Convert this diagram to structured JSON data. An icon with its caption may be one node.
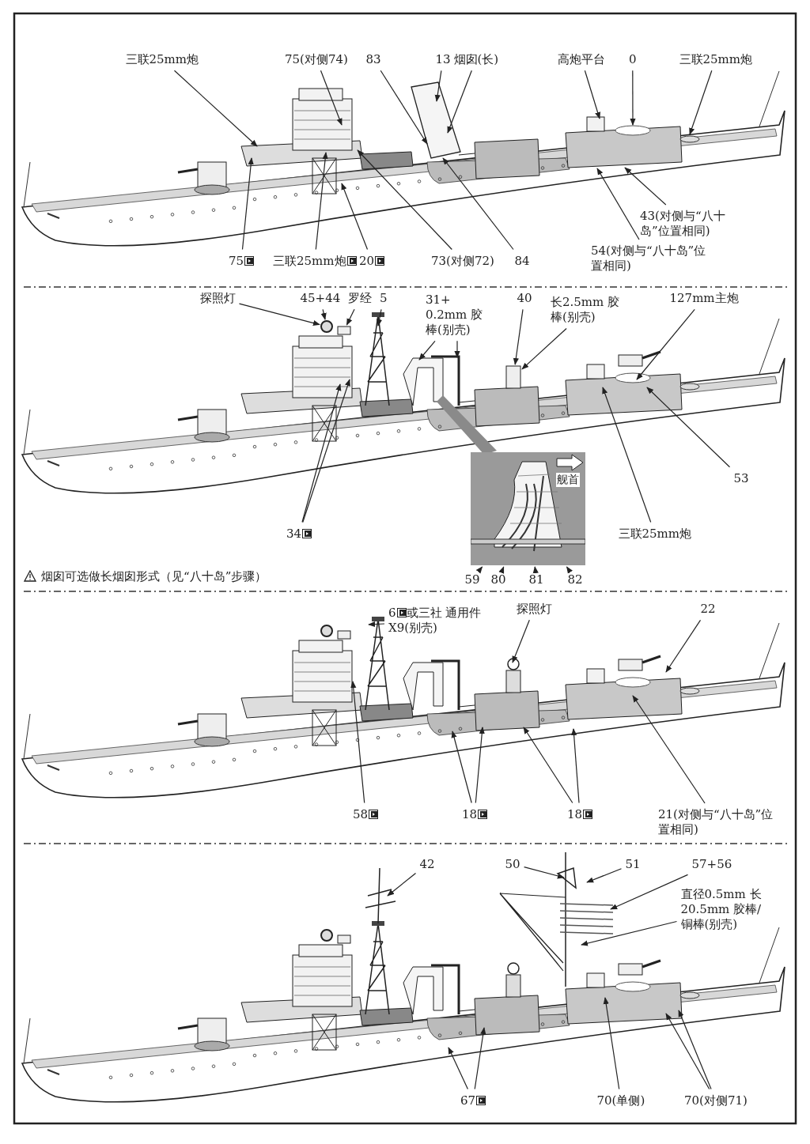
{
  "diagram": {
    "nodes": [
      {
        "text": [
          "三联25mm炮"
        ]
      },
      {
        "text": [
          "75(对侧74)"
        ]
      },
      {
        "text": [
          "83"
        ]
      },
      {
        "text": [
          "13"
        ]
      },
      {
        "text": [
          "烟囱(长)"
        ]
      },
      {
        "text": [
          "高炮平台"
        ]
      },
      {
        "text": [
          "0"
        ]
      },
      {
        "text": [
          "三联25mm炮"
        ]
      },
      {
        "text": [
          "43(对侧与“八十岛”位置相同)"
        ]
      },
      {
        "text": [
          "54(对侧与“八十岛”位置相同)"
        ]
      },
      {
        "text": [
          "75"
        ]
      },
      {
        "text": [
          "三联25mm炮"
        ]
      },
      {
        "text": [
          "20"
        ]
      },
      {
        "text": [
          "73(对侧72)"
        ]
      },
      {
        "text": [
          "84"
        ]
      },
      {
        "text": [
          "探照灯"
        ]
      },
      {
        "text": [
          "45+44"
        ]
      },
      {
        "text": [
          "罗经"
        ]
      },
      {
        "text": [
          "5"
        ]
      },
      {
        "text": [
          "31+ 0.2mm 胶棒(别壳)"
        ]
      },
      {
        "text": [
          "40"
        ]
      },
      {
        "text": [
          "长2.5mm 胶棒(别壳)"
        ]
      },
      {
        "text": [
          "127mm主炮"
        ]
      },
      {
        "text": [
          "53"
        ]
      },
      {
        "text": [
          "34"
        ]
      },
      {
        "text": [
          "三联25mm炮"
        ]
      },
      {
        "text": [
          "舰首"
        ]
      },
      {
        "text": [
          "59"
        ]
      },
      {
        "text": [
          "80"
        ]
      },
      {
        "text": [
          "81"
        ]
      },
      {
        "text": [
          "82"
        ]
      },
      {
        "text": [
          "6",
          "或三社 通用件X9(别壳)"
        ]
      },
      {
        "text": [
          "探照灯"
        ]
      },
      {
        "text": [
          "22"
        ]
      },
      {
        "text": [
          "58"
        ]
      },
      {
        "text": [
          "18"
        ]
      },
      {
        "text": [
          "18"
        ]
      },
      {
        "text": [
          "21(对侧与“八十岛”位置相同)"
        ]
      },
      {
        "text": [
          "42"
        ]
      },
      {
        "text": [
          "50"
        ]
      },
      {
        "text": [
          "51"
        ]
      },
      {
        "text": [
          "57+56"
        ]
      },
      {
        "text": [
          "直径0.5mm 长20.5mm 胶棒/铜棒(别壳)"
        ]
      },
      {
        "text": [
          "67"
        ]
      },
      {
        "text": [
          "70(单侧)"
        ]
      },
      {
        "text": [
          "70(对侧71)"
        ]
      },
      {
        "text": [],
        "shape": "circle"
      },
      {
        "text": [],
        "shape": "box"
      },
      {
        "text": [],
        "shape": "box"
      }
    ],
    "edges": [
      {
        "from": 0,
        "to": null,
        "arrow": "to"
      },
      {
        "from": 1,
        "to": null,
        "arrow": "to"
      },
      {
        "from": 2,
        "to": null,
        "arrow": "to"
      },
      {
        "from": 3,
        "to": null,
        "arrow": "to"
      },
      {
        "from": 4,
        "to": null,
        "arrow": "to"
      },
      {
        "from": 5,
        "to": null,
        "arrow": "to"
      },
      {
        "from": 6,
        "to": null,
        "arrow": "to"
      },
      {
        "from": 7,
        "to": null,
        "arrow": "to"
      },
      {
        "from": 8,
        "to": null,
        "arrow": "to"
      },
      {
        "from": 9,
        "to": null,
        "arrow": "to"
      },
      {
        "from": 10,
        "to": null,
        "arrow": "to"
      },
      {
        "from": 11,
        "to": null,
        "arrow": "to"
      },
      {
        "from": 12,
        "to": null,
        "arrow": "to"
      },
      {
        "from": 13,
        "to": null,
        "arrow": "to"
      },
      {
        "from": 14,
        "to": null,
        "arrow": "to"
      },
      {
        "from": 15,
        "to": 46,
        "arrow": "to"
      },
      {
        "from": 16,
        "to": 46,
        "arrow": "to"
      },
      {
        "from": 17,
        "to": 47,
        "arrow": "to"
      },
      {
        "from": 18,
        "to": null,
        "arrow": "to"
      },
      {
        "from": 19,
        "to": null,
        "arrow": "to"
      },
      {
        "from": 19,
        "to": null,
        "arrow": "to"
      },
      {
        "from": 20,
        "to": 48,
        "arrow": "to"
      },
      {
        "from": 21,
        "to": 48,
        "arrow": "to"
      },
      {
        "from": 22,
        "to": null,
        "arrow": "to"
      },
      {
        "from": 23,
        "to": null,
        "arrow": "to"
      },
      {
        "from": 24,
        "to": null,
        "arrow": "to"
      },
      {
        "from": 24,
        "to": null,
        "arrow": "to"
      },
      {
        "from": 25,
        "to": null,
        "arrow": "to"
      },
      {
        "from": 27,
        "to": 26,
        "arrow": "to"
      },
      {
        "from": 28,
        "to": 26,
        "arrow": "to"
      },
      {
        "from": 29,
        "to": 26,
        "arrow": "to"
      },
      {
        "from": 30,
        "to": 26,
        "arrow": "to"
      },
      {
        "from": 31,
        "to": null,
        "arrow": "to"
      },
      {
        "from": 32,
        "to": null,
        "arrow": "to"
      },
      {
        "from": 33,
        "to": null,
        "arrow": "to"
      },
      {
        "from": 34,
        "to": null,
        "arrow": "to"
      },
      {
        "from": 35,
        "to": null,
        "arrow": "to"
      },
      {
        "from": 35,
        "to": null,
        "arrow": "to"
      },
      {
        "from": 36,
        "to": null,
        "arrow": "to"
      },
      {
        "from": 36,
        "to": null,
        "arrow": "to"
      },
      {
        "from": 37,
        "to": null,
        "arrow": "to"
      },
      {
        "from": 38,
        "to": null,
        "arrow": "to"
      },
      {
        "from": 39,
        "to": null,
        "arrow": "to"
      },
      {
        "from": 40,
        "to": null,
        "arrow": "to"
      },
      {
        "from": 41,
        "to": null,
        "arrow": "to"
      },
      {
        "from": 42,
        "to": null,
        "arrow": "to"
      },
      {
        "from": 43,
        "to": null,
        "arrow": "to"
      },
      {
        "from": 43,
        "to": null,
        "arrow": "to"
      },
      {
        "from": 44,
        "to": null,
        "arrow": "to"
      },
      {
        "from": 45,
        "to": null,
        "arrow": "to"
      },
      {
        "from": 45,
        "to": null,
        "arrow": "to"
      }
    ],
    "labels": [
      "烟囱可选做长烟囱形式（见“八十岛”步骤）"
    ]
  }
}
